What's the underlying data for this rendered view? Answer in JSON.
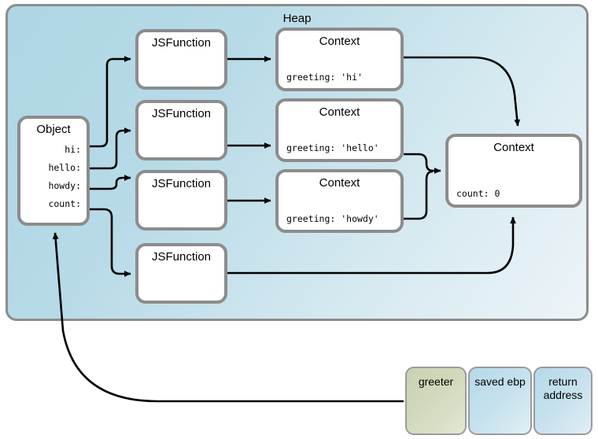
{
  "heap": {
    "title": "Heap"
  },
  "object_box": {
    "title": "Object",
    "properties": [
      {
        "label": "hi:"
      },
      {
        "label": "hello:"
      },
      {
        "label": "howdy:"
      },
      {
        "label": "count:"
      }
    ]
  },
  "functions": [
    {
      "title": "JSFunction"
    },
    {
      "title": "JSFunction"
    },
    {
      "title": "JSFunction"
    },
    {
      "title": "JSFunction"
    }
  ],
  "contexts": [
    {
      "title": "Context",
      "value": "greeting: 'hi'"
    },
    {
      "title": "Context",
      "value": "greeting: 'hello'"
    },
    {
      "title": "Context",
      "value": "greeting: 'howdy'"
    }
  ],
  "shared_context": {
    "title": "Context",
    "value": "count: 0"
  },
  "stack_frame": {
    "cells": [
      {
        "label": "greeter"
      },
      {
        "label": "saved ebp"
      },
      {
        "label": "return\naddress"
      }
    ]
  },
  "colors": {
    "heap_fill_start": "#aed6e4",
    "heap_fill_end": "#edf4f8",
    "box_border": "#8c8c8c",
    "box_fill": "#ffffff",
    "greeter_fill": "#cfd8ba",
    "stack_fill": "#c4e0ed",
    "wire": "#000000"
  }
}
